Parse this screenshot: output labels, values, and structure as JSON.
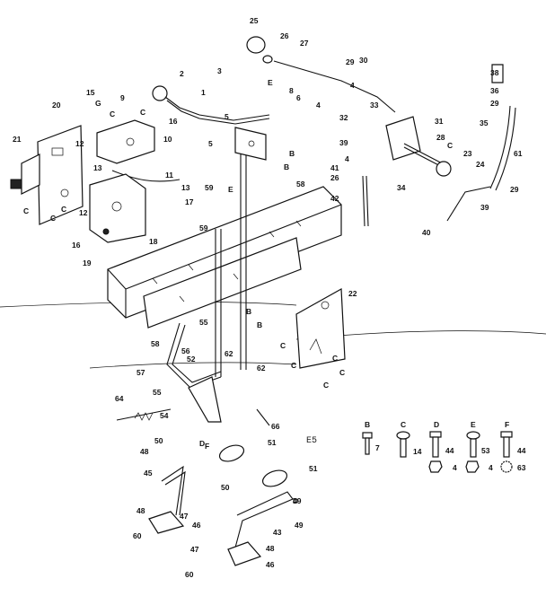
{
  "diagram_code": "E5",
  "callouts": {
    "n1": "1",
    "n2": "2",
    "n3": "3",
    "n4a": "4",
    "n4b": "4",
    "n5": "5",
    "n6": "6",
    "n8": "8",
    "n9": "9",
    "n10": "10",
    "n11": "11",
    "n12a": "12",
    "n12b": "12",
    "n13a": "13",
    "n13b": "13",
    "n15": "15",
    "n16a": "16",
    "n16b": "16",
    "n17": "17",
    "n18": "18",
    "n19": "19",
    "n20": "20",
    "n21": "21",
    "n22": "22",
    "n23": "23",
    "n24": "24",
    "n25": "25",
    "n26a": "26",
    "n26b": "26",
    "n27": "27",
    "n28": "28",
    "n29a": "29",
    "n29b": "29",
    "n29c": "29",
    "n30": "30",
    "n31": "31",
    "n32": "32",
    "n33": "33",
    "n34": "34",
    "n35": "35",
    "n36": "36",
    "n38": "38",
    "n39a": "39",
    "n39b": "39",
    "n40": "40",
    "n41": "41",
    "n42": "42",
    "n43": "43",
    "n45": "45",
    "n46a": "46",
    "n46b": "46",
    "n47a": "47",
    "n47b": "47",
    "n48a": "48",
    "n48b": "48",
    "n48c": "48",
    "n49a": "49",
    "n49b": "49",
    "n50a": "50",
    "n50b": "50",
    "n51a": "51",
    "n51b": "51",
    "n52": "52",
    "n54": "54",
    "n55a": "55",
    "n55b": "55",
    "n56": "56",
    "n57": "57",
    "n58a": "58",
    "n58b": "58",
    "n59a": "59",
    "n59b": "59",
    "n60a": "60",
    "n60b": "60",
    "n61": "61",
    "n62a": "62",
    "n62b": "62",
    "n64": "64",
    "n66": "66",
    "n4c": "4",
    "n5b": "5",
    "nB1": "B",
    "nB2": "B",
    "nB3": "B",
    "nB4": "B",
    "nC1": "C",
    "nC2": "C",
    "nC3": "C",
    "nC4": "C",
    "nC5": "C",
    "nC6": "C",
    "nC7": "C",
    "nC8": "C",
    "nC9": "C",
    "nC10": "C",
    "nC11": "C",
    "nD1": "D",
    "nD2": "D",
    "nE1": "E",
    "nE2": "E",
    "nG1": "G",
    "nF1": "F"
  },
  "hardware_key": [
    {
      "letter": "B",
      "part": "7"
    },
    {
      "letter": "C",
      "part": "14"
    },
    {
      "letter": "D",
      "part": "44"
    },
    {
      "letter": "E",
      "part": "53"
    },
    {
      "letter": "F",
      "part": "44"
    }
  ],
  "hardware_key_extras": {
    "nut_c": "4",
    "nut_e": "4",
    "washer_f": "63"
  }
}
